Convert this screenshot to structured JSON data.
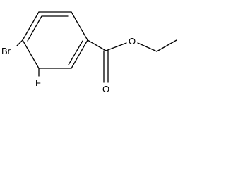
{
  "atoms": {
    "bromine": "Br",
    "fluorine": "F",
    "carbonyl_oxygen": "O",
    "ester_oxygen": "O"
  },
  "colors": {
    "bond": "#000000",
    "background": "#ffffff"
  }
}
